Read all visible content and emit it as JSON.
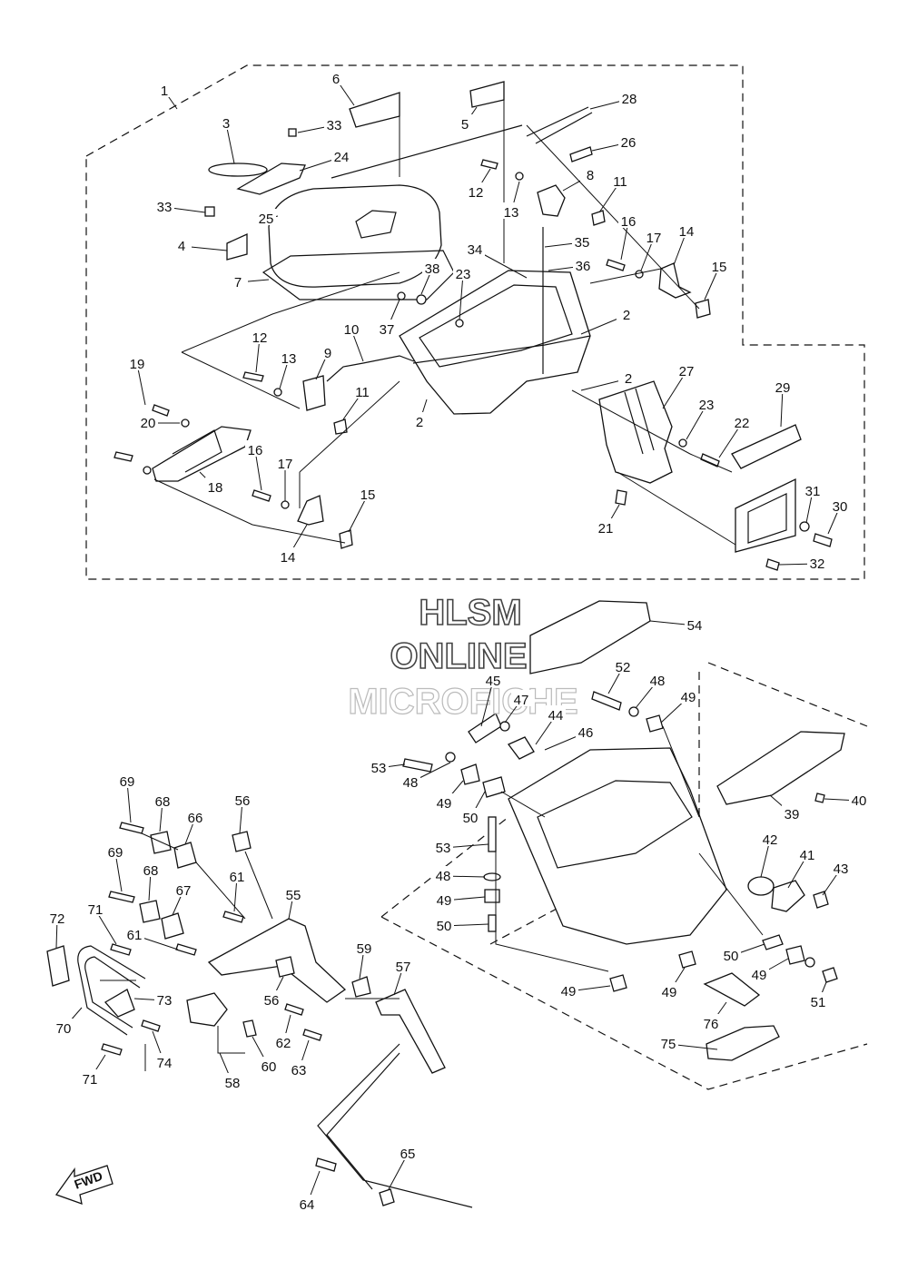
{
  "watermark": {
    "line1": "HLSM",
    "line2": "ONLINE",
    "line3": "MICROFICHE"
  },
  "direction_label": "FWD",
  "callouts": [
    "1",
    "2",
    "2",
    "2",
    "3",
    "4",
    "5",
    "6",
    "7",
    "8",
    "9",
    "10",
    "11",
    "11",
    "12",
    "12",
    "13",
    "13",
    "14",
    "14",
    "15",
    "15",
    "16",
    "16",
    "17",
    "17",
    "18",
    "19",
    "20",
    "21",
    "22",
    "23",
    "23",
    "24",
    "25",
    "26",
    "27",
    "28",
    "29",
    "30",
    "31",
    "32",
    "33",
    "33",
    "34",
    "35",
    "36",
    "37",
    "38",
    "39",
    "40",
    "41",
    "42",
    "43",
    "44",
    "45",
    "46",
    "47",
    "48",
    "48",
    "48",
    "49",
    "49",
    "49",
    "49",
    "49",
    "49",
    "50",
    "50",
    "50",
    "51",
    "52",
    "53",
    "53",
    "54",
    "55",
    "56",
    "56",
    "57",
    "58",
    "59",
    "60",
    "61",
    "61",
    "62",
    "63",
    "64",
    "65",
    "66",
    "67",
    "68",
    "68",
    "69",
    "69",
    "70",
    "71",
    "71",
    "72",
    "73",
    "74",
    "75",
    "76"
  ]
}
